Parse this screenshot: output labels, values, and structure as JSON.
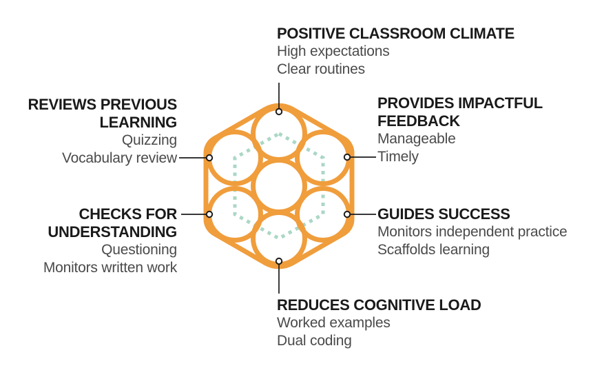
{
  "colors": {
    "accent_orange": "#F09D3C",
    "dashed_mint": "#ABD7C5",
    "heading_text": "#1a1a1a",
    "body_text": "#4a4a4a",
    "connector": "#1a1a1a",
    "background": "#ffffff"
  },
  "diagram": {
    "center_graphic": {
      "icon": "seven-circles-in-rounded-hexagon",
      "circle_count": 7,
      "inner_overlay": "dashed-hexagon-connecting-outer-circle-centers"
    },
    "labels": [
      {
        "position": "top",
        "title_lines": [
          "POSITIVE CLASSROOM CLIMATE"
        ],
        "items": [
          "High expectations",
          "Clear routines"
        ]
      },
      {
        "position": "upper-left",
        "title_lines": [
          "REVIEWS PREVIOUS",
          "LEARNING"
        ],
        "items": [
          "Quizzing",
          "Vocabulary review"
        ]
      },
      {
        "position": "upper-right",
        "title_lines": [
          "PROVIDES IMPACTFUL",
          "FEEDBACK"
        ],
        "items": [
          "Manageable",
          "Timely"
        ]
      },
      {
        "position": "lower-left",
        "title_lines": [
          "CHECKS FOR",
          "UNDERSTANDING"
        ],
        "items": [
          "Questioning",
          "Monitors written work"
        ]
      },
      {
        "position": "lower-right",
        "title_lines": [
          "GUIDES SUCCESS"
        ],
        "items": [
          "Monitors independent practice",
          "Scaffolds learning"
        ]
      },
      {
        "position": "bottom",
        "title_lines": [
          "REDUCES COGNITIVE LOAD"
        ],
        "items": [
          "Worked examples",
          "Dual coding"
        ]
      }
    ]
  }
}
